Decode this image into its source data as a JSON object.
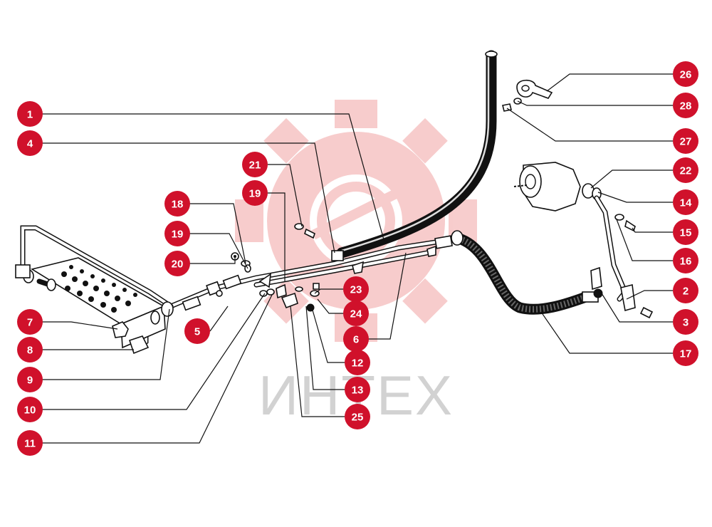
{
  "watermark": {
    "text": "ИНТЕХ",
    "logo": "gear-logo",
    "logo_color": "#f6c4c4",
    "text_color": "#d2d2d2"
  },
  "callout_color": "#d0112b",
  "callouts": [
    {
      "label": "1"
    },
    {
      "label": "4"
    },
    {
      "label": "21"
    },
    {
      "label": "19"
    },
    {
      "label": "18"
    },
    {
      "label": "19"
    },
    {
      "label": "20"
    },
    {
      "label": "23"
    },
    {
      "label": "24"
    },
    {
      "label": "6"
    },
    {
      "label": "12"
    },
    {
      "label": "13"
    },
    {
      "label": "25"
    },
    {
      "label": "5"
    },
    {
      "label": "7"
    },
    {
      "label": "8"
    },
    {
      "label": "9"
    },
    {
      "label": "10"
    },
    {
      "label": "11"
    },
    {
      "label": "26"
    },
    {
      "label": "28"
    },
    {
      "label": "27"
    },
    {
      "label": "22"
    },
    {
      "label": "14"
    },
    {
      "label": "15"
    },
    {
      "label": "16"
    },
    {
      "label": "2"
    },
    {
      "label": "3"
    },
    {
      "label": "17"
    }
  ]
}
